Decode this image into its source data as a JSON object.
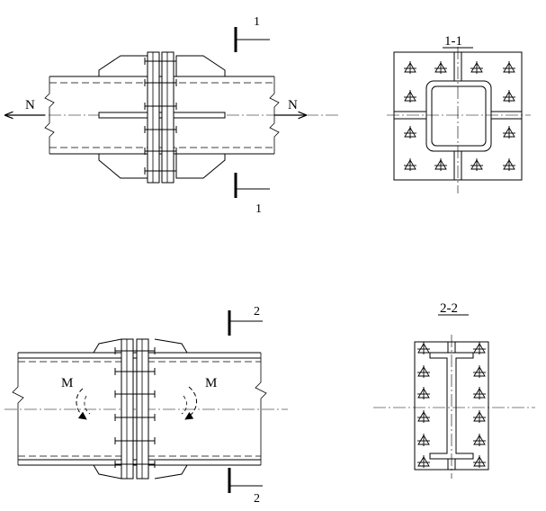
{
  "labels": {
    "axial_force": "N",
    "moment": "M",
    "section_1": "1",
    "section_2": "2",
    "view_1_title": "1-1",
    "view_2_title": "2-2"
  },
  "colors": {
    "ink": "#000000",
    "background": "#ffffff"
  }
}
